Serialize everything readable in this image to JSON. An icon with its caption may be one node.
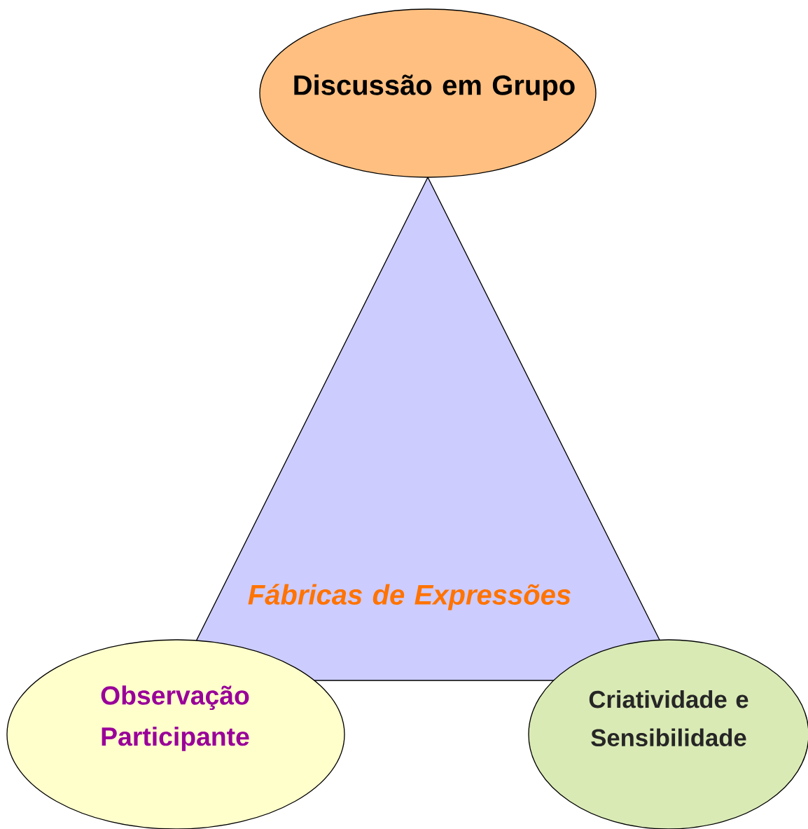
{
  "diagram": {
    "nodes": [
      {
        "text": [
          "Discussão em Grupo"
        ]
      },
      {
        "text": [
          "Fábricas de Expressões"
        ]
      },
      {
        "text": [
          "Observação Participante"
        ]
      },
      {
        "text": [
          "Criatividade e Sensibilidade"
        ]
      }
    ]
  }
}
